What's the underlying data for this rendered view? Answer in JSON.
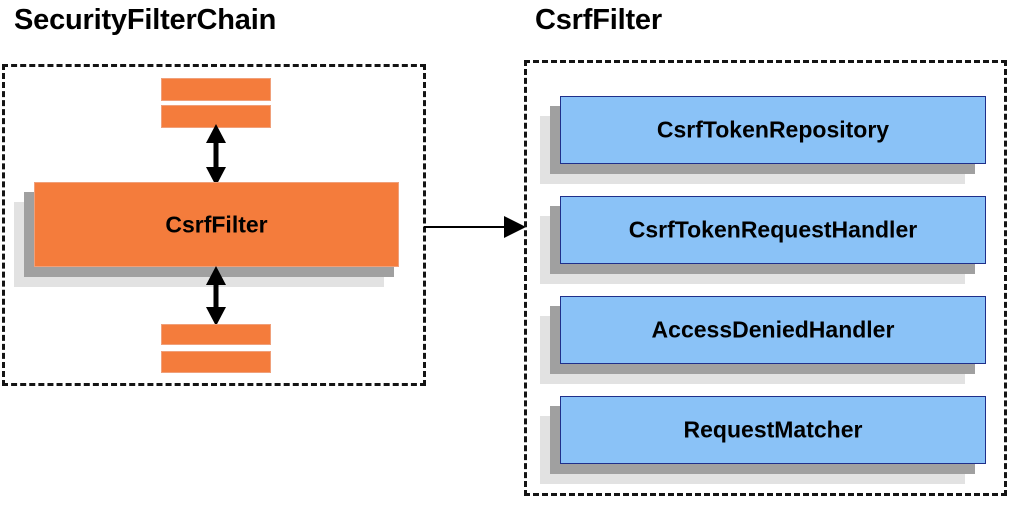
{
  "panels": {
    "left": {
      "title": "SecurityFilterChain",
      "filters_top": [
        "filter-bar-1",
        "filter-bar-2"
      ],
      "filters_bottom": [
        "filter-bar-3",
        "filter-bar-4"
      ],
      "main_component": "CsrfFilter"
    },
    "right": {
      "title": "CsrfFilter",
      "components": [
        "CsrfTokenRepository",
        "CsrfTokenRequestHandler",
        "AccessDeniedHandler",
        "RequestMatcher"
      ]
    }
  },
  "connections": {
    "filter_chain_to_detail": "CsrfFilter expands to its collaborators",
    "vertical_top": "bidirectional",
    "vertical_bottom": "bidirectional"
  },
  "colors": {
    "orange_fill": "#f47c3c",
    "orange_border": "#f0a07a",
    "blue_fill": "#8ac2f7",
    "blue_border": "#1f2f8a",
    "shadow_near": "#a0a0a0",
    "shadow_far": "#e2e2e2",
    "dashed_border": "#141414",
    "text": "#000000",
    "background": "#ffffff"
  }
}
